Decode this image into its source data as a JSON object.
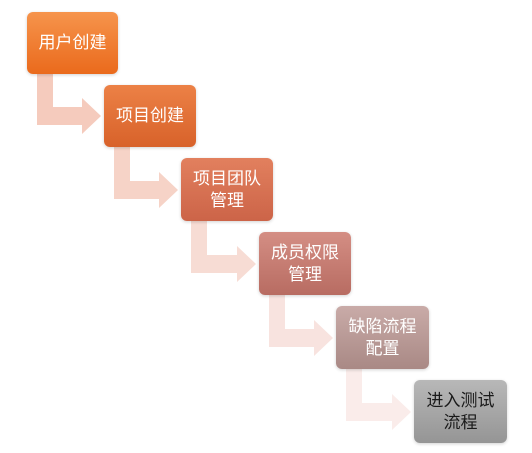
{
  "steps": [
    {
      "lines": [
        "用户创建"
      ],
      "color_top": "#f6944c",
      "color_bottom": "#ea6a1c",
      "text_color": "#ffffff"
    },
    {
      "lines": [
        "项目创建"
      ],
      "color_top": "#ec8146",
      "color_bottom": "#d8622a",
      "text_color": "#ffffff"
    },
    {
      "lines": [
        "项目团队",
        "管理"
      ],
      "color_top": "#e2805e",
      "color_bottom": "#cc6448",
      "text_color": "#ffffff"
    },
    {
      "lines": [
        "成员权限",
        "管理"
      ],
      "color_top": "#d48e84",
      "color_bottom": "#b86c62",
      "text_color": "#ffffff"
    },
    {
      "lines": [
        "缺陷流程",
        "配置"
      ],
      "color_top": "#c9aba8",
      "color_bottom": "#a98985",
      "text_color": "#ffffff"
    },
    {
      "lines": [
        "进入测试",
        "流程"
      ],
      "color_top": "#b8b8b8",
      "color_bottom": "#959595",
      "text_color": "#1a1a1a"
    }
  ],
  "connector_colors": [
    "#f5cbbd",
    "#f6d3c7",
    "#f7dcd4",
    "#f8e3df",
    "#faecea"
  ]
}
